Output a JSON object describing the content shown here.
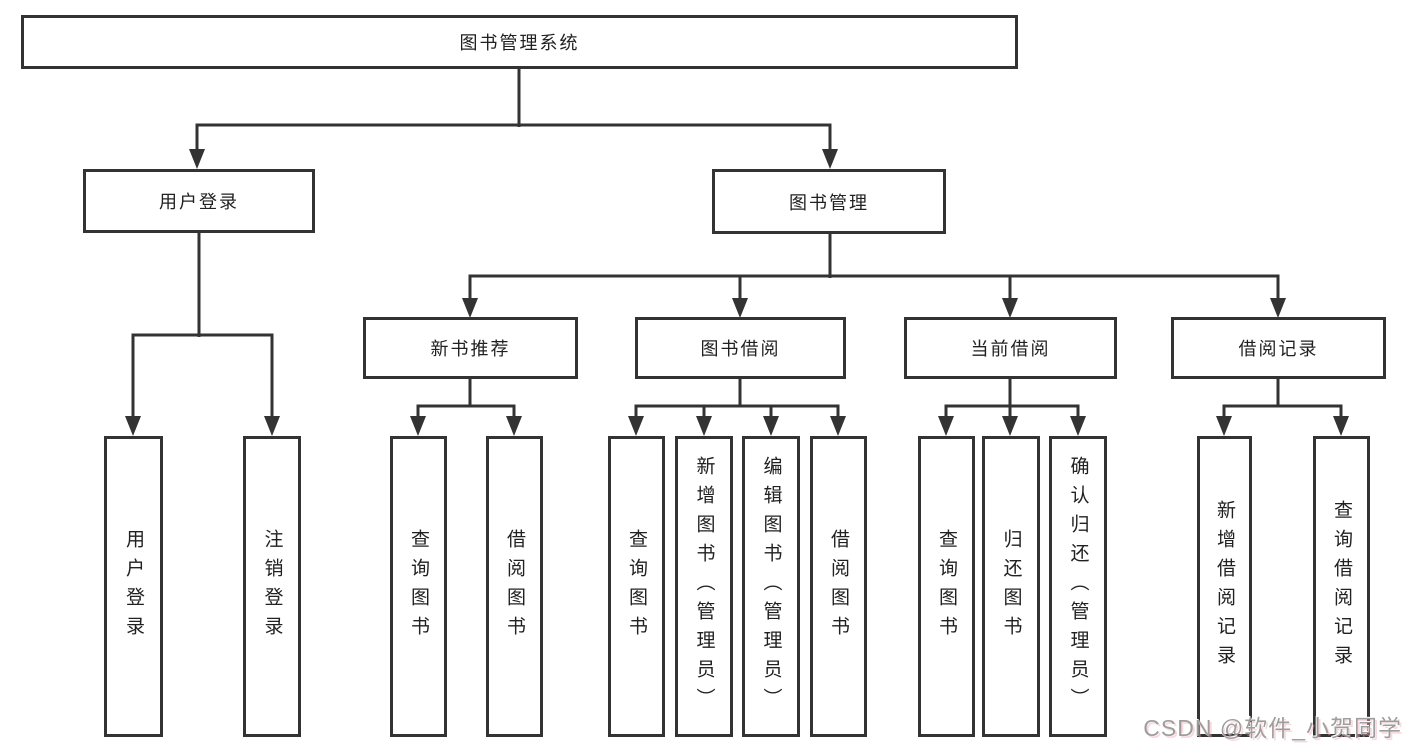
{
  "colors": {
    "background": "#ffffff",
    "line": "#333333",
    "box_border": "#333333",
    "text": "#212121",
    "watermark": "#9d9d9d"
  },
  "tree": {
    "label": "图书管理系统",
    "children": [
      {
        "label": "用户登录",
        "children": [
          {
            "label": "用户登录"
          },
          {
            "label": "注销登录"
          }
        ]
      },
      {
        "label": "图书管理",
        "children": [
          {
            "label": "新书推荐",
            "children": [
              {
                "label": "查询图书"
              },
              {
                "label": "借阅图书"
              }
            ]
          },
          {
            "label": "图书借阅",
            "children": [
              {
                "label": "查询图书"
              },
              {
                "label": "新增图书（管理员）"
              },
              {
                "label": "编辑图书（管理员）"
              },
              {
                "label": "借阅图书"
              }
            ]
          },
          {
            "label": "当前借阅",
            "children": [
              {
                "label": "查询图书"
              },
              {
                "label": "归还图书"
              },
              {
                "label": "确认归还（管理员）"
              }
            ]
          },
          {
            "label": "借阅记录",
            "children": [
              {
                "label": "新增借阅记录"
              },
              {
                "label": "查询借阅记录"
              }
            ]
          }
        ]
      }
    ]
  },
  "watermark": {
    "text": "CSDN @软件_小贺同学"
  }
}
